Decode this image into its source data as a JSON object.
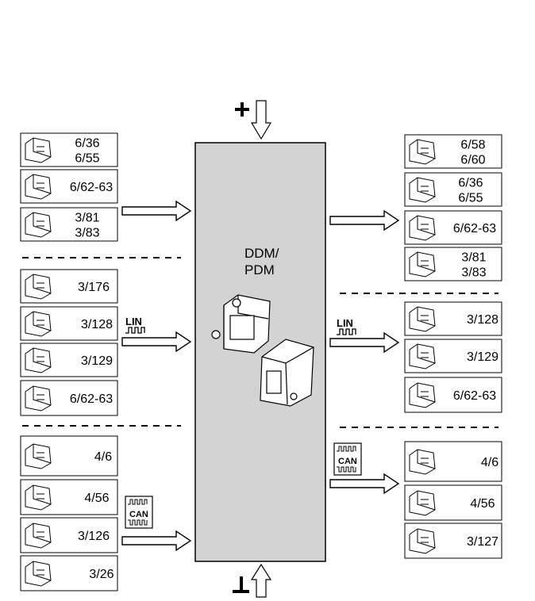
{
  "center": {
    "line1": "DDM/",
    "line2": "PDM"
  },
  "protocols": {
    "lin": "LIN",
    "can": "CAN"
  },
  "left_boxes": [
    {
      "lines": [
        "6/36",
        "6/55"
      ],
      "icon": "mirror-switch-icon"
    },
    {
      "lines": [
        "6/62-63"
      ],
      "icon": "door-mirror-icon"
    },
    {
      "lines": [
        "3/81",
        "3/83"
      ],
      "icon": "switch-icon"
    },
    {
      "lines": [
        "3/176"
      ],
      "icon": "window-switch-panel-icon"
    },
    {
      "lines": [
        "3/128"
      ],
      "icon": "control-unit-icon"
    },
    {
      "lines": [
        "3/129"
      ],
      "icon": "control-module-icon"
    },
    {
      "lines": [
        "6/62-63"
      ],
      "icon": "heated-mirror-icon"
    },
    {
      "lines": [
        "4/6"
      ],
      "icon": "control-panel-icon"
    },
    {
      "lines": [
        "4/56"
      ],
      "icon": "module-icon"
    },
    {
      "lines": [
        "3/126"
      ],
      "icon": "switch-unit-icon"
    },
    {
      "lines": [
        "3/26"
      ],
      "icon": "panel-icon"
    }
  ],
  "right_boxes": [
    {
      "lines": [
        "6/58",
        "6/60"
      ],
      "icon": "motor-icon"
    },
    {
      "lines": [
        "6/36",
        "6/55"
      ],
      "icon": "mirror-switch-icon"
    },
    {
      "lines": [
        "6/62-63"
      ],
      "icon": "door-mirror-icon"
    },
    {
      "lines": [
        "3/81",
        "3/83"
      ],
      "icon": "switch-icon"
    },
    {
      "lines": [
        "3/128"
      ],
      "icon": "control-unit-icon"
    },
    {
      "lines": [
        "3/129"
      ],
      "icon": "control-module-icon"
    },
    {
      "lines": [
        "6/62-63"
      ],
      "icon": "heated-mirror-icon"
    },
    {
      "lines": [
        "4/6"
      ],
      "icon": "control-panel-icon"
    },
    {
      "lines": [
        "4/56"
      ],
      "icon": "module-icon"
    },
    {
      "lines": [
        "3/127"
      ],
      "icon": "module-icon"
    }
  ],
  "colors": {
    "module_fill": "#d3d3d3",
    "stroke": "#000000",
    "background": "#ffffff"
  }
}
